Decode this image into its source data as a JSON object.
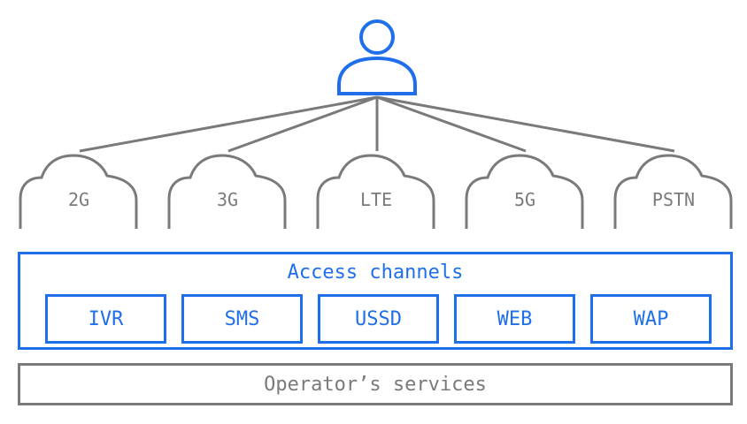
{
  "colors": {
    "accent": "#1f6feb",
    "neutral": "#7a7a7a",
    "background": "#ffffff"
  },
  "user": {
    "icon": "user-icon"
  },
  "networks": [
    "2G",
    "3G",
    "LTE",
    "5G",
    "PSTN"
  ],
  "access_channels": {
    "title": "Access channels",
    "items": [
      "IVR",
      "SMS",
      "USSD",
      "WEB",
      "WAP"
    ]
  },
  "operator_services": {
    "label": "Operator’s services"
  }
}
